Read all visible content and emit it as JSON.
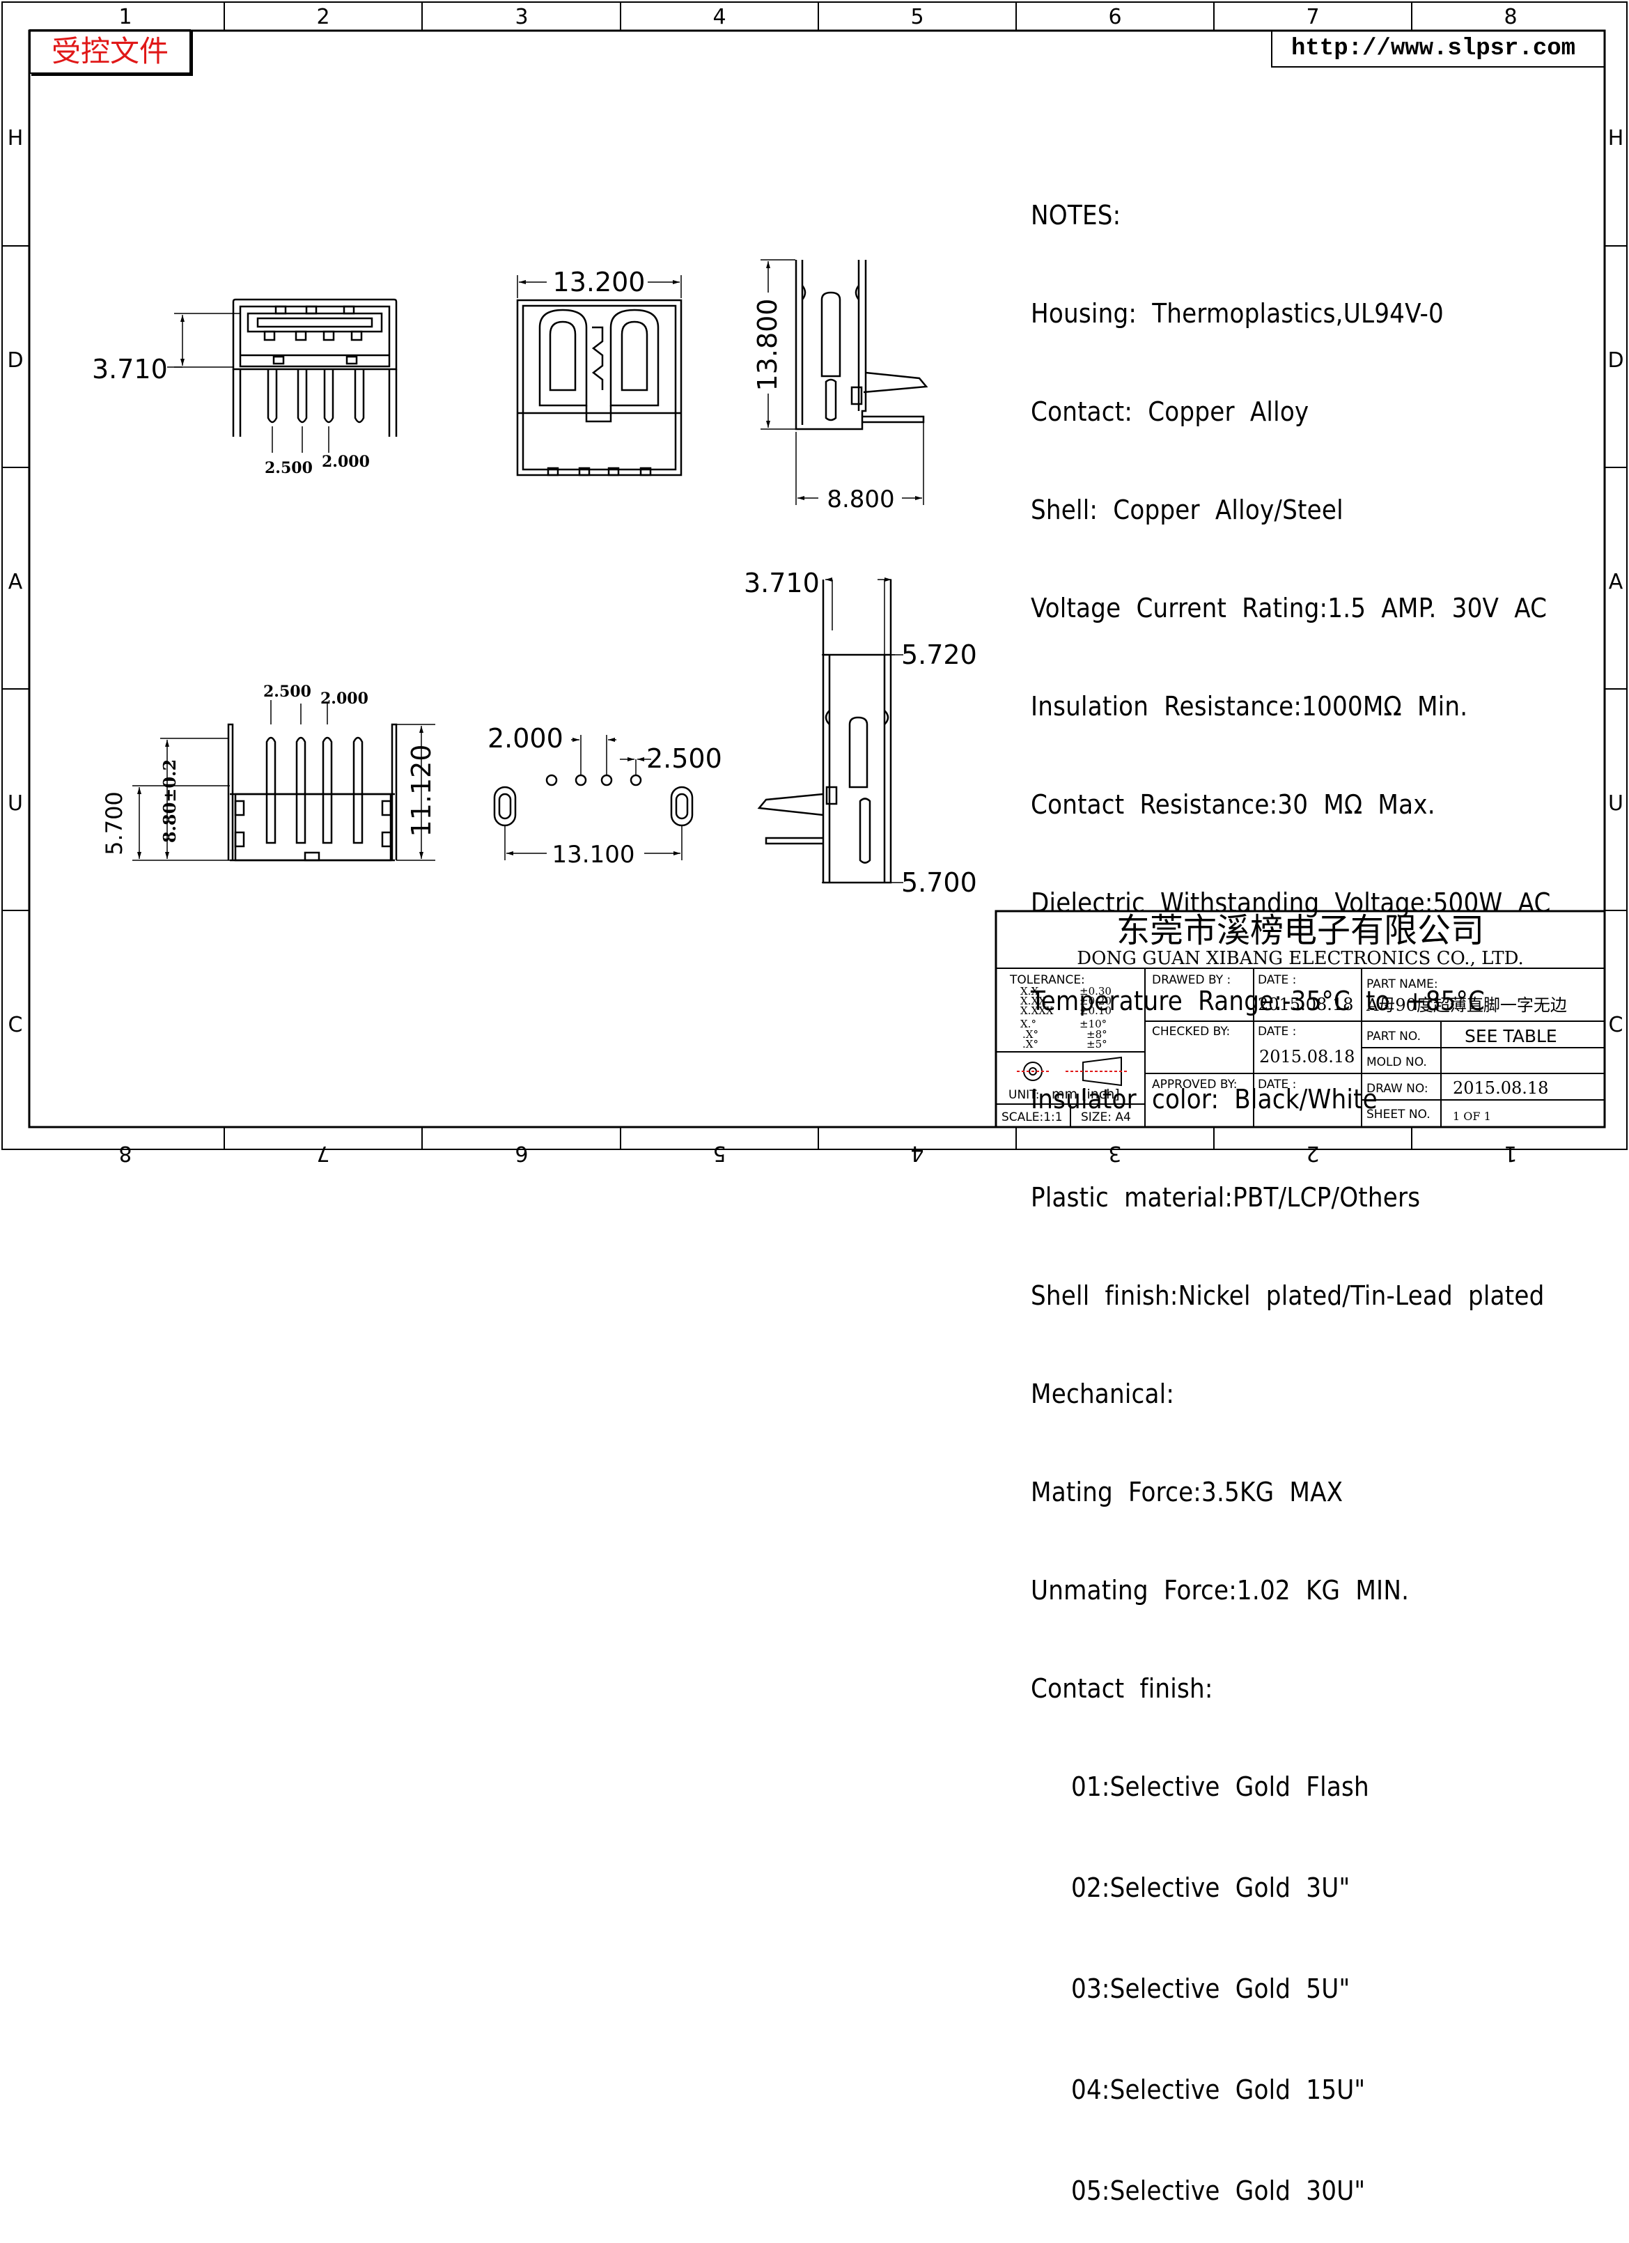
{
  "header": {
    "stamp": "受控文件",
    "url": "http://www.slpsr.com"
  },
  "frame": {
    "top_numbers": [
      "1",
      "2",
      "3",
      "4",
      "5",
      "6",
      "7",
      "8"
    ],
    "bottom_numbers": [
      "8",
      "7",
      "6",
      "5",
      "4",
      "3",
      "2",
      "1"
    ],
    "side_letters": [
      "H",
      "D",
      "A",
      "U",
      "C"
    ]
  },
  "dimensions": {
    "top_left_depth": "3.710",
    "top_left_pitch_a": "2.500",
    "top_left_pitch_b": "2.000",
    "front_width": "13.200",
    "side_height": "13.800",
    "side_width": "8.800",
    "bottom_left_pitch_a": "2.500",
    "bottom_left_pitch_b": "2.000",
    "bottom_left_h1": "5.700",
    "bottom_left_h2": "8.80±0.2",
    "bottom_left_h3": "11.120",
    "pcb_pitch_a": "2.000",
    "pcb_pitch_b": "2.500",
    "pcb_width": "13.100",
    "right_top": "3.710",
    "right_mid": "5.720",
    "right_bottom": "5.700"
  },
  "notes": [
    "NOTES:",
    "Housing:  Thermoplastics,UL94V-0",
    "Contact:  Copper  Alloy",
    "Shell:  Copper  Alloy/Steel",
    "Voltage  Current  Rating:1.5  AMP.  30V  AC",
    "Insulation  Resistance:1000MΩ  Min.",
    "Contact  Resistance:30  MΩ  Max.",
    "Dielectric  Withstanding  Voltage:500W  AC",
    "Temperature  Range:-35°C  to  +85°C",
    "Insulator  color:  Black/White",
    "Plastic  material:PBT/LCP/Others",
    "Shell  finish:Nickel  plated/Tin-Lead  plated",
    "Mechanical:",
    "Mating  Force:3.5KG  MAX",
    "Unmating  Force:1.02  KG  MIN.",
    "Contact  finish:"
  ],
  "finishes": [
    "01:Selective  Gold  Flash",
    "02:Selective  Gold  3U\"",
    "03:Selective  Gold  5U\"",
    "04:Selective  Gold  15U\"",
    "05:Selective  Gold  30U\""
  ],
  "title_block": {
    "company_cn": "东莞市溪榜电子有限公司",
    "company_en": "DONG  GUAN  XIBANG  ELECTRONICS  CO.,  LTD.",
    "tolerance_label": "TOLERANCE:",
    "tol_rows": [
      {
        "k": "X.X",
        "v": "±0.30"
      },
      {
        "k": "X.XX",
        "v": "±0.20"
      },
      {
        "k": "X.XXX",
        "v": "±0.10"
      },
      {
        "k": "X.°",
        "v": "±10°"
      },
      {
        "k": ".X°",
        "v": "±8°"
      },
      {
        "k": ".X°",
        "v": "±5°"
      }
    ],
    "unit_label": "UNIT:",
    "unit_value": "mm  [inch]",
    "scale": "SCALE:1:1",
    "size": "SIZE:  A4",
    "drawn_by": "DRAWED  BY :",
    "checked_by": "CHECKED  BY:",
    "approved_by": "APPROVED  BY:",
    "date_label": "DATE  :",
    "date_1": "2015.08.18",
    "date_2": "2015.08.18",
    "part_name_label": "PART  NAME:",
    "part_name": "A母90度超薄直脚一字无边",
    "part_no_label": "PART  NO.",
    "part_no": "SEE  TABLE",
    "mold_no_label": "MOLD  NO.",
    "draw_no_label": "DRAW  NO:",
    "draw_no": "2015.08.18",
    "sheet_no_label": "SHEET  NO.",
    "sheet_no": "1  OF  1"
  }
}
